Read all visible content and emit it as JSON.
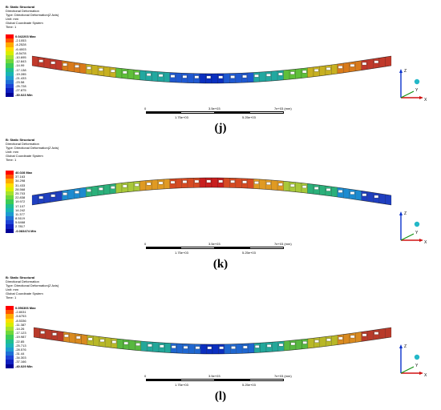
{
  "panels": [
    {
      "id": "j",
      "header": [
        "B: Static Structural",
        "Directional Deformation",
        "Type: Directional Deformation(Z Axis)",
        "Unit: mm",
        "Global Coordinate System",
        "Time: 1"
      ],
      "legend": [
        "0.042203 Max",
        "-2.1053",
        "-4.2528",
        "-6.4003",
        "-8.5478",
        "-10.695",
        "-12.843",
        "-14.99",
        "-17.138",
        "-19.285",
        "-21.433",
        "-23.58",
        "-25.728",
        "-27.875",
        "-30.023 Min"
      ],
      "scale": {
        "top": [
          "0",
          "3.5e+03",
          "7e+03 (mm)"
        ],
        "bottom": [
          "1.75e+03",
          "5.25e+03"
        ]
      },
      "caption": "(j)"
    },
    {
      "id": "k",
      "header": [
        "B: Static Structural",
        "Directional Deformation",
        "Type: Directional Deformation(Z Axis)",
        "Unit: mm",
        "Global Coordinate System",
        "Time: 1"
      ],
      "legend": [
        "40.028 Max",
        "37.163",
        "34.298",
        "31.433",
        "28.568",
        "25.703",
        "22.838",
        "19.972",
        "17.107",
        "14.242",
        "11.377",
        "8.5119",
        "5.6468",
        "2.7817",
        "-0.083474 Min"
      ],
      "scale": {
        "top": [
          "0",
          "3.5e+03",
          "7e+03 (mm)"
        ],
        "bottom": [
          "1.75e+03",
          "5.25e+03"
        ]
      },
      "caption": "(k)"
    },
    {
      "id": "l",
      "header": [
        "B: Static Structural",
        "Directional Deformation",
        "Type: Directional Deformation(Z Axis)",
        "Unit: mm",
        "Global Coordinate System",
        "Time: 1"
      ],
      "legend": [
        "0.056306 Max",
        "-2.8031",
        "-5.6753",
        "-8.5336",
        "-11.387",
        "-14.26",
        "-17.123",
        "-19.987",
        "-22.85",
        "-25.713",
        "-28.576",
        "-31.44",
        "-34.303",
        "-37.166",
        "-40.029 Min"
      ],
      "scale": {
        "top": [
          "0",
          "3.5e+03",
          "7e+03 (mm)"
        ],
        "bottom": [
          "1.75e+03",
          "5.25e+03"
        ]
      },
      "caption": "(l)"
    }
  ],
  "axes": {
    "z": "Z",
    "x": "X",
    "y": "Y"
  },
  "colors": {
    "legend": [
      "#ff0000",
      "#ff5500",
      "#ffaa00",
      "#ffdd00",
      "#d9ee00",
      "#a6e22e",
      "#6fd83a",
      "#3ccc55",
      "#1fbf8f",
      "#19b5b5",
      "#1d9bd0",
      "#1f70d6",
      "#1e45d6",
      "#1020c0",
      "#000096"
    ],
    "beam_j": [
      "#c0392b",
      "#d97a1a",
      "#c7b020",
      "#5fbf3a",
      "#22a8a0",
      "#1f58d0",
      "#0a2fbf",
      "#1f58d0",
      "#22a8a0",
      "#5fbf3a",
      "#c7b020",
      "#d97a1a",
      "#c0392b"
    ],
    "beam_k": [
      "#1f3fc0",
      "#1c8bd0",
      "#2bb07a",
      "#a8c83a",
      "#e09a22",
      "#d64a22",
      "#c81e1e",
      "#d64a22",
      "#e09a22",
      "#a8c83a",
      "#2bb07a",
      "#1c8bd0",
      "#1f3fc0"
    ],
    "beam_l": [
      "#b83a2a",
      "#d98a20",
      "#b8b828",
      "#58b840",
      "#23a79a",
      "#1f66cf",
      "#0b2fc0",
      "#1f66cf",
      "#23a79a",
      "#58b840",
      "#b8b828",
      "#d98a20",
      "#b83a2a"
    ]
  }
}
